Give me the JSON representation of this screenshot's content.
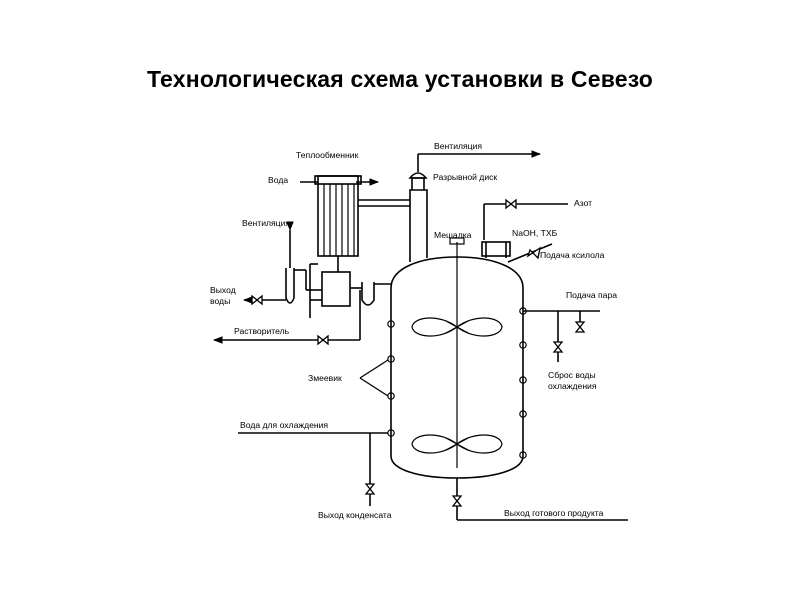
{
  "title": "Технологическая схема установки в Севезо",
  "labels": {
    "ventilation_top": "Вентиляция",
    "heat_exchanger": "Теплообменник",
    "water": "Вода",
    "rupture_disk": "Разрывной диск",
    "nitrogen": "Азот",
    "ventilation_left": "Вентиляция",
    "stirrer": "Мешалка",
    "naoh": "NaOH, ТХБ",
    "xylene_feed": "Подача ксилола",
    "water_out_1": "Выход",
    "water_out_2": "воды",
    "steam_feed": "Подача пара",
    "solvent": "Растворитель",
    "coil": "Змеевик",
    "cooling_discharge_1": "Сброс воды",
    "cooling_discharge_2": "охлаждения",
    "cooling_water": "Вода для охлаждения",
    "condensate_out": "Выход конденсата",
    "product_out": "Выход готового продукта"
  }
}
